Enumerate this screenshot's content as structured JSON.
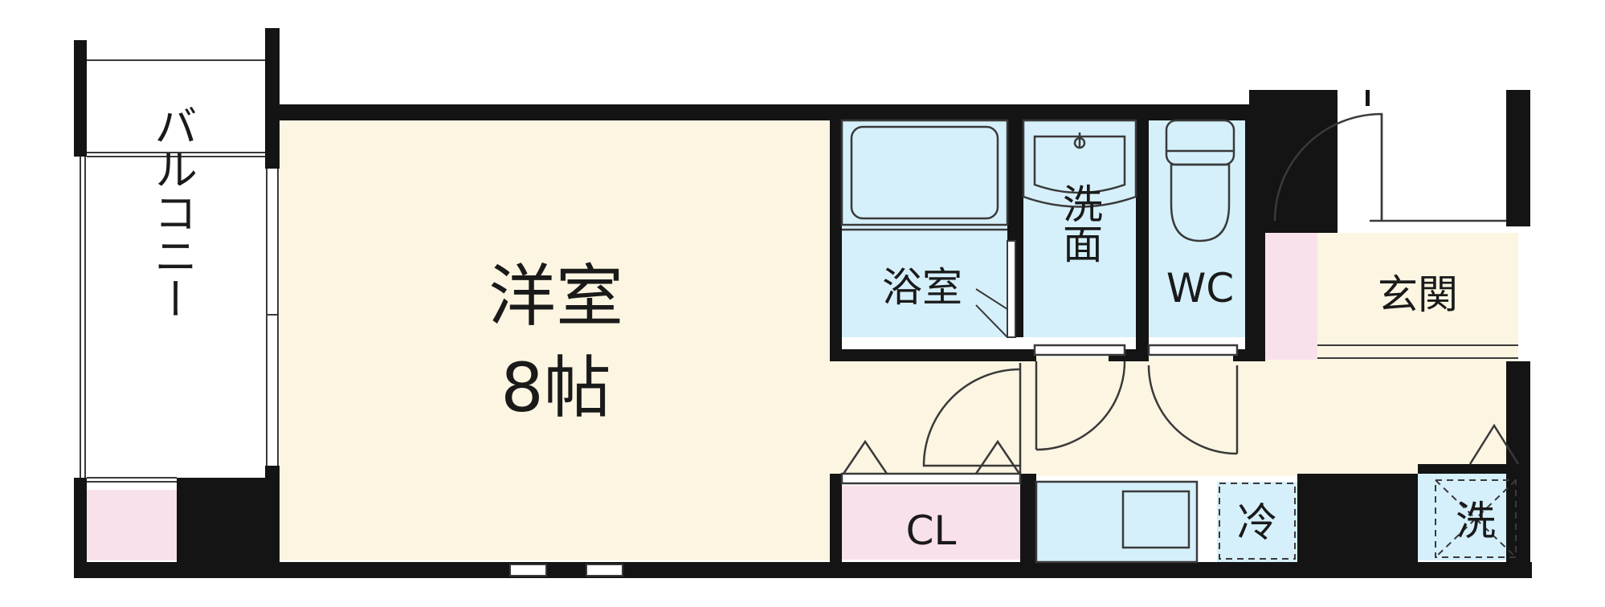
{
  "rooms": {
    "western_room": {
      "label": "洋室",
      "size": "8帖"
    },
    "balcony": {
      "label": "バルコニー"
    },
    "bathroom": {
      "label": "浴室"
    },
    "washroom": {
      "label": "洗面"
    },
    "toilet": {
      "label": "WC"
    },
    "entrance": {
      "label": "玄関"
    },
    "closet": {
      "label": "CL"
    },
    "fridge_space": {
      "label": "冷"
    },
    "washer_space": {
      "label": "洗"
    }
  },
  "colors": {
    "wall": "#141414",
    "floor": "#fbf5e2",
    "wet_area": "#d5f0fb",
    "storage": "#f9e1ec",
    "fixture_line": "#3a3a3a"
  }
}
